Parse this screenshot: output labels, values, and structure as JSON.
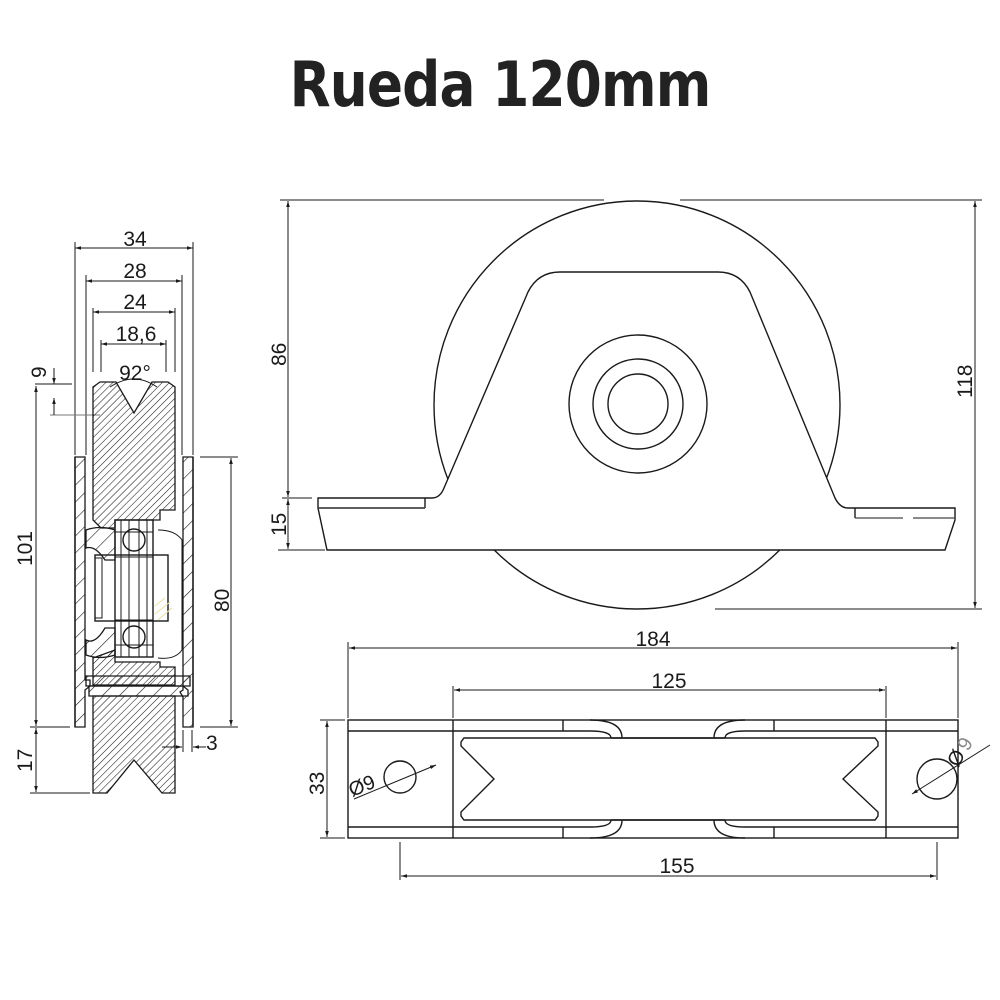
{
  "title": "Rueda 120mm",
  "views": {
    "section": {
      "name": "cross-section-view",
      "dims": {
        "width_34": "34",
        "width_28": "28",
        "width_24": "24",
        "groove_18_6": "18,6",
        "angle_92": "92°",
        "groove_depth_9": "9",
        "height_101": "101",
        "height_80": "80",
        "bottom_17": "17",
        "thickness_3": "3"
      }
    },
    "front": {
      "name": "front-view",
      "dims": {
        "height_86": "86",
        "base_15": "15",
        "total_118": "118"
      }
    },
    "top": {
      "name": "top-view",
      "dims": {
        "length_184": "184",
        "inner_125": "125",
        "holes_155": "155",
        "depth_33": "33",
        "hole_left": "Ø9",
        "hole_right_symbol": "Ø",
        "hole_right_value": "9"
      }
    }
  },
  "colors": {
    "line": "#1a1a1a",
    "title": "#222222",
    "background": "#ffffff"
  }
}
